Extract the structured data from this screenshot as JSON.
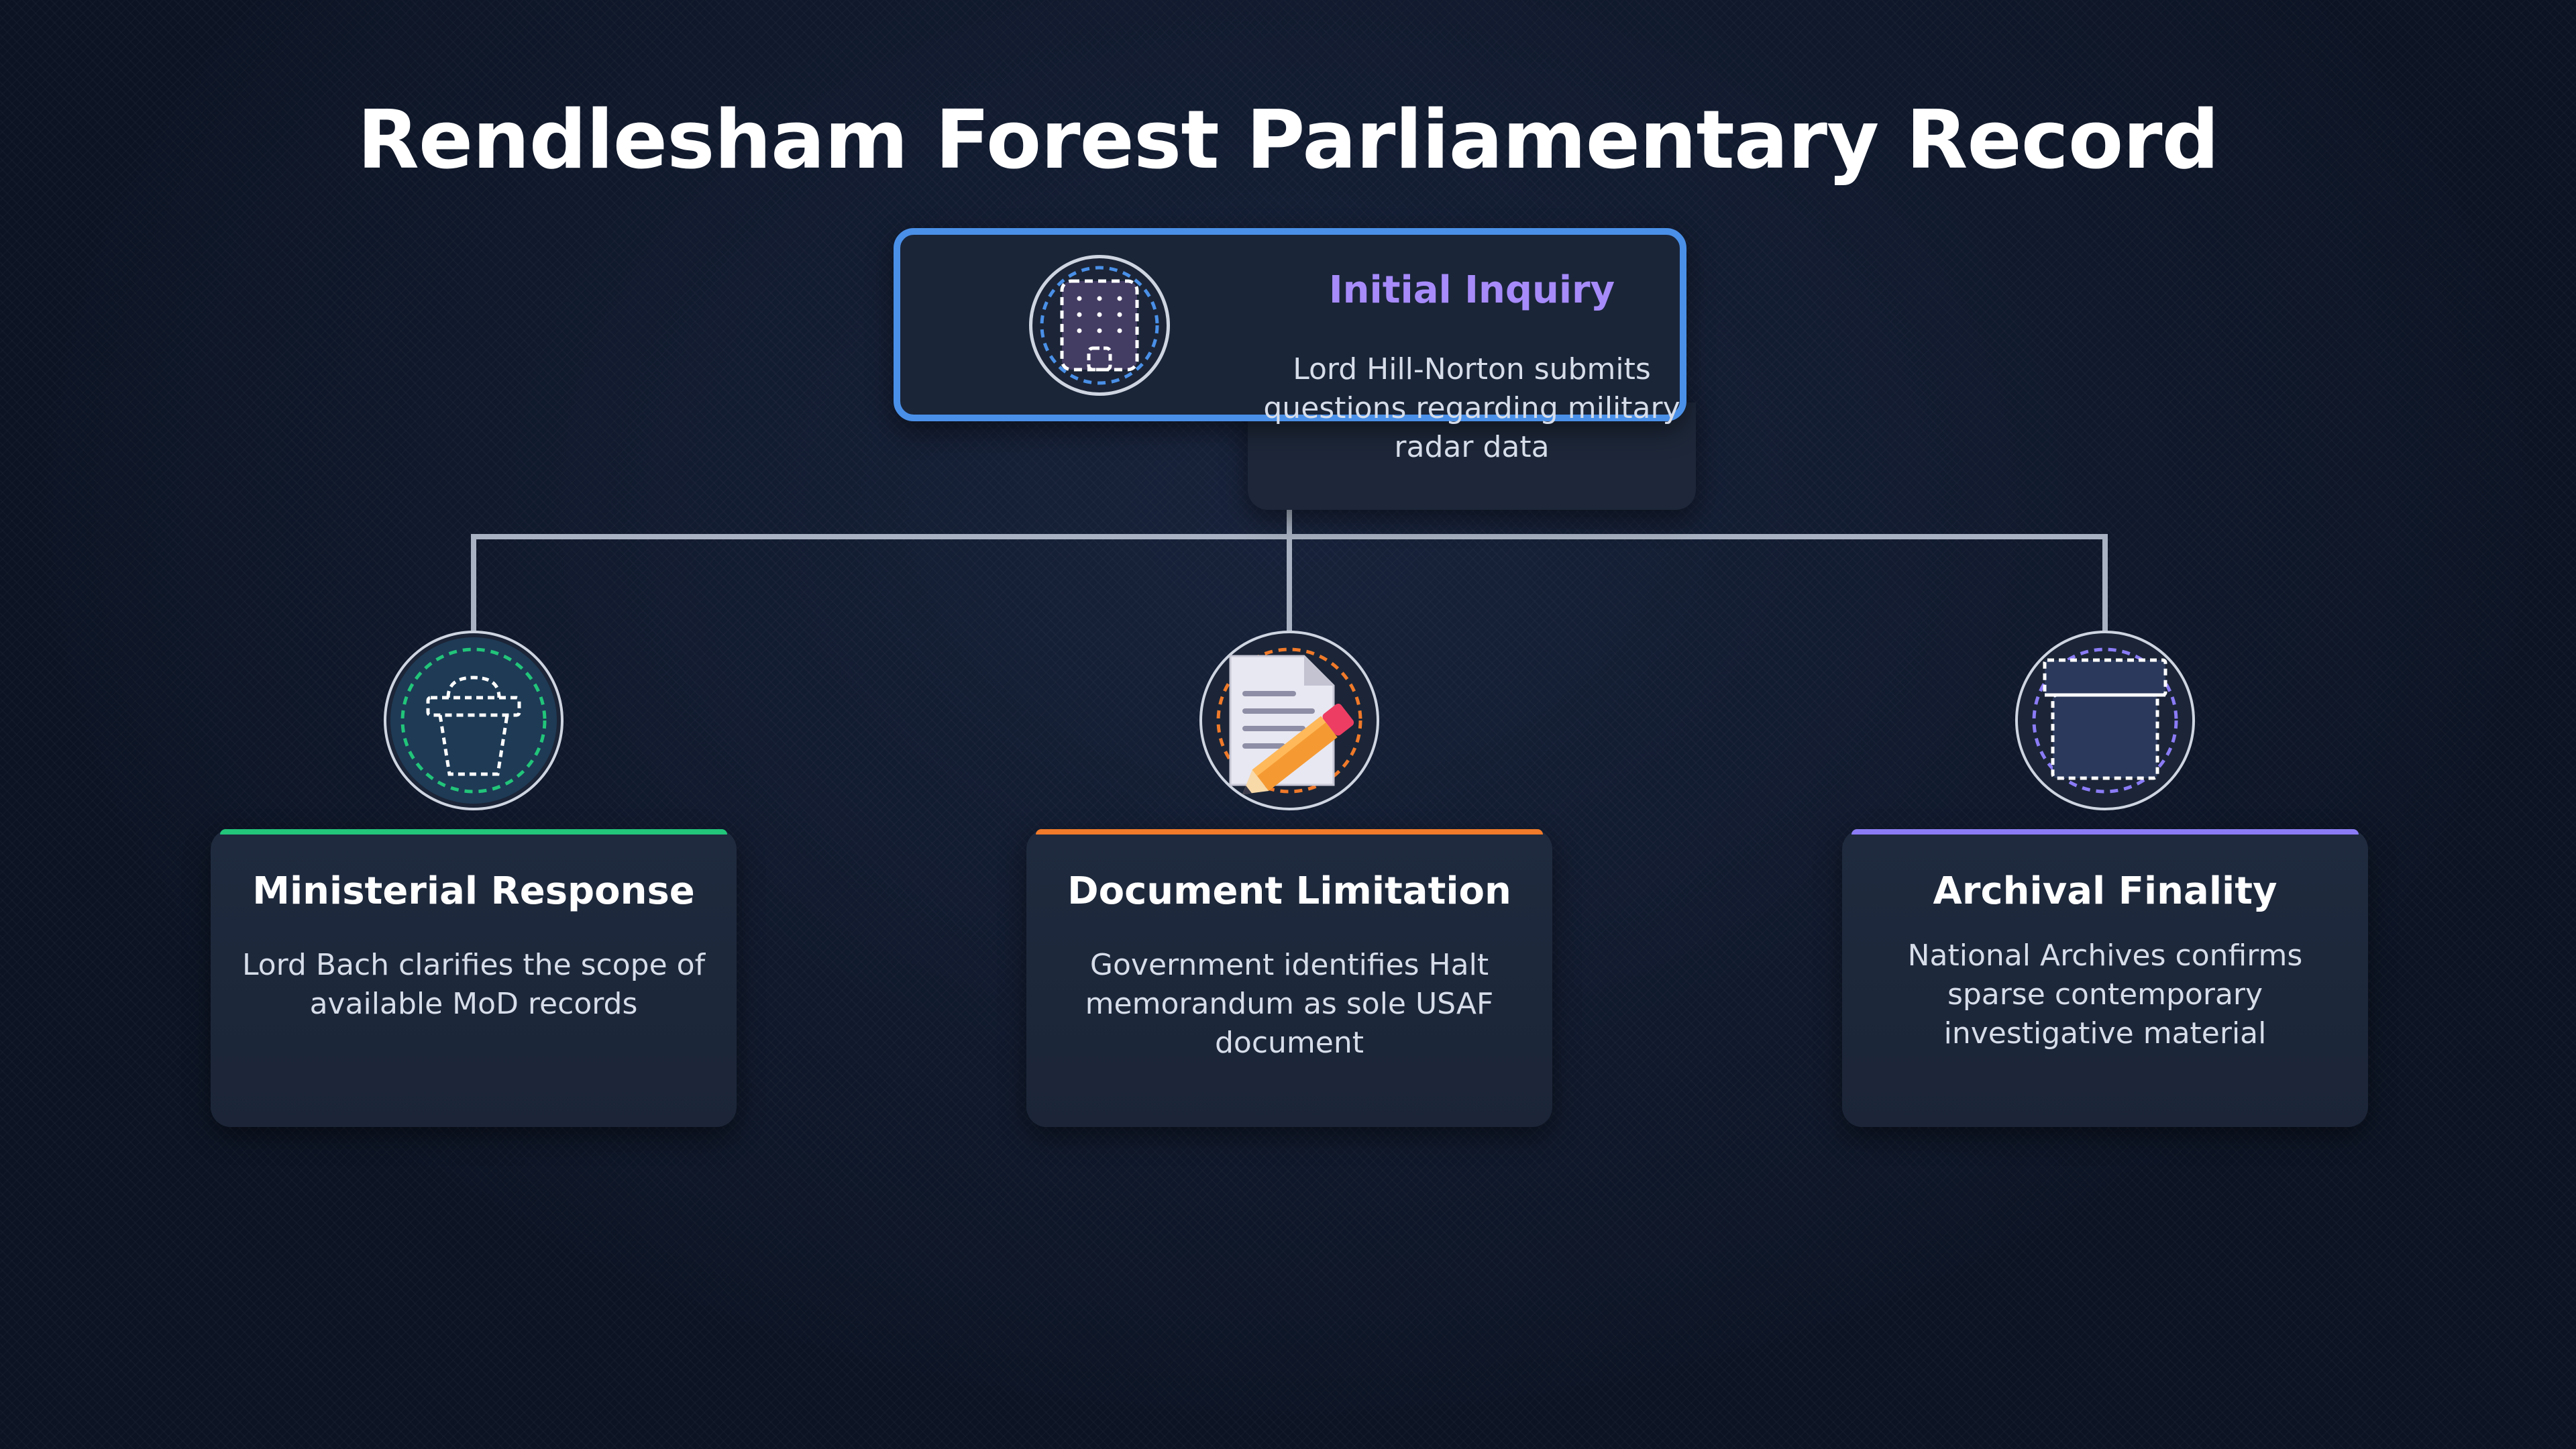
{
  "title": "Rendlesham Forest Parliamentary Record",
  "nodes": {
    "root": {
      "title": "Initial Inquiry",
      "description": "Lord Hill-Norton submits questions regarding military radar data",
      "icon": "building-icon",
      "accent": "#4a90e8",
      "title_color": "#a78bfa"
    },
    "children": [
      {
        "title": "Ministerial Response",
        "description": "Lord Bach clarifies the scope of available MoD records",
        "icon": "podium-icon",
        "accent": "#22c57a"
      },
      {
        "title": "Document Limitation",
        "description": "Government identifies Halt memorandum as sole USAF document",
        "icon": "document-pencil-icon",
        "accent": "#f07a2a"
      },
      {
        "title": "Archival Finality",
        "description": "National Archives confirms sparse contemporary investigative material",
        "icon": "archive-box-icon",
        "accent": "#8b7cf6"
      }
    ]
  }
}
